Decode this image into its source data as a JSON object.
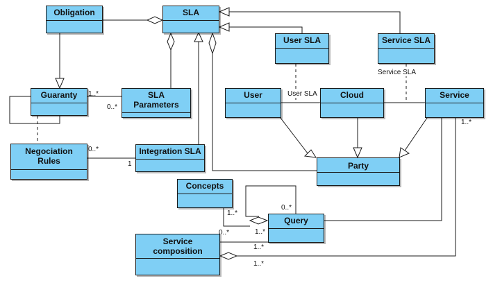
{
  "classes": {
    "obligation": "Obligation",
    "sla": "SLA",
    "user_sla": "User SLA",
    "service_sla": "Service SLA",
    "guaranty": "Guaranty",
    "sla_parameters": "SLA Parameters",
    "user": "User",
    "cloud": "Cloud",
    "service": "Service",
    "negociation_rules": "Negociation Rules",
    "integration_sla": "Integration SLA",
    "party": "Party",
    "concepts": "Concepts",
    "query": "Query",
    "service_composition": "Service composition"
  },
  "labels": {
    "service_sla_link": "Service SLA",
    "user_sla_link": "User SLA",
    "guaranty_mult": "1..*",
    "sla_params_mult": "0..*",
    "negociation_mult": "0..*",
    "integration_mult": "1",
    "service_mult": "1..*",
    "concepts_mult": "1..*",
    "query_self_mult": "0..*",
    "query_concepts_mult": "1..*",
    "composition_mult": "0..*",
    "query_composition_mult": "1..*",
    "composition_service_mult": "1..*"
  },
  "colors": {
    "class_fill": "#7fcff5",
    "border": "#1a1a1a",
    "background": "#ffffff"
  }
}
